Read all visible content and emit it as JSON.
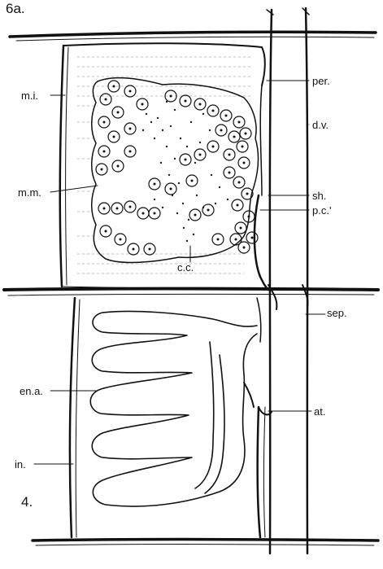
{
  "figure_numbers": {
    "upper": "6a.",
    "lower": "4."
  },
  "labels": {
    "mi": "m.i.",
    "mm": "m.m.",
    "per": "per.",
    "dv": "d.v.",
    "sh": "sh.",
    "pc": "p.c.'",
    "cc": "c.c.",
    "sep": "sep.",
    "ena": "en.a.",
    "at": "at.",
    "in": "in."
  },
  "colors": {
    "ink": "#111111",
    "paper": "#ffffff"
  }
}
